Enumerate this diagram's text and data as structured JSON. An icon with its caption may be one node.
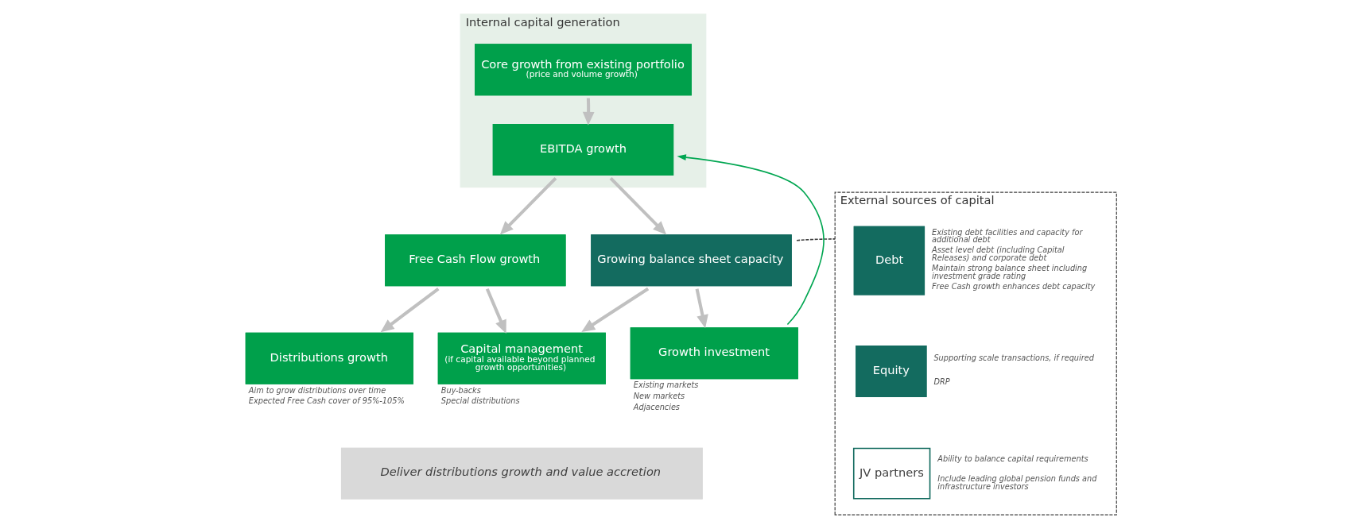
{
  "diagram": {
    "nodes": [
      {
        "text": [
          "Internal capital generation"
        ]
      },
      {
        "text": [
          "Core growth from existing portfolio",
          "(price and volume growth)"
        ],
        "in": 0
      },
      {
        "text": [
          "EBITDA growth"
        ],
        "in": 0
      },
      {
        "text": [
          "Free Cash Flow growth"
        ]
      },
      {
        "text": [
          "Growing balance sheet capacity"
        ]
      },
      {
        "text": [
          "Distributions growth"
        ],
        "beside": [
          "Aim to grow distributions over time",
          "Expected Free Cash cover of 95%-105%"
        ]
      },
      {
        "text": [
          "Capital management",
          "(if capital available beyond planned growth opportunities)"
        ],
        "beside": [
          "Buy-backs",
          "Special distributions"
        ]
      },
      {
        "text": [
          "Growth investment"
        ],
        "beside": [
          "Existing markets",
          "New markets",
          "Adjacencies"
        ]
      },
      {
        "text": [
          "Deliver distributions growth and value accretion"
        ]
      },
      {
        "text": [
          "External sources of capital"
        ]
      },
      {
        "text": [
          "Debt"
        ],
        "in": 9,
        "beside": [
          "Existing debt facilities and capacity for additional debt",
          "Asset level debt (including Capital Releases) and corporate debt",
          "Maintain strong balance sheet including investment grade rating",
          "Free Cash growth enhances debt capacity"
        ]
      },
      {
        "text": [
          "Equity"
        ],
        "in": 9,
        "beside": [
          "Supporting scale transactions, if required",
          "DRP"
        ]
      },
      {
        "text": [
          "JV partners"
        ],
        "in": 9,
        "beside": [
          "Ability to balance capital requirements",
          "Include leading global pension funds and infrastructure investors"
        ]
      }
    ],
    "edges": [
      {
        "from": 1,
        "to": 2,
        "arrow": "to"
      },
      {
        "from": 2,
        "to": 3,
        "arrow": "to"
      },
      {
        "from": 2,
        "to": 4,
        "arrow": "to"
      },
      {
        "from": 3,
        "to": 5,
        "arrow": "to"
      },
      {
        "from": 3,
        "to": 6,
        "arrow": "to"
      },
      {
        "from": 4,
        "to": 6,
        "arrow": "to"
      },
      {
        "from": 4,
        "to": 7,
        "arrow": "to"
      },
      {
        "from": 7,
        "to": 2,
        "arrow": "to",
        "color": "#00a651"
      },
      {
        "from": 4,
        "to": 9,
        "arrow": "none",
        "style": "dashed",
        "color": "#404040"
      }
    ]
  }
}
